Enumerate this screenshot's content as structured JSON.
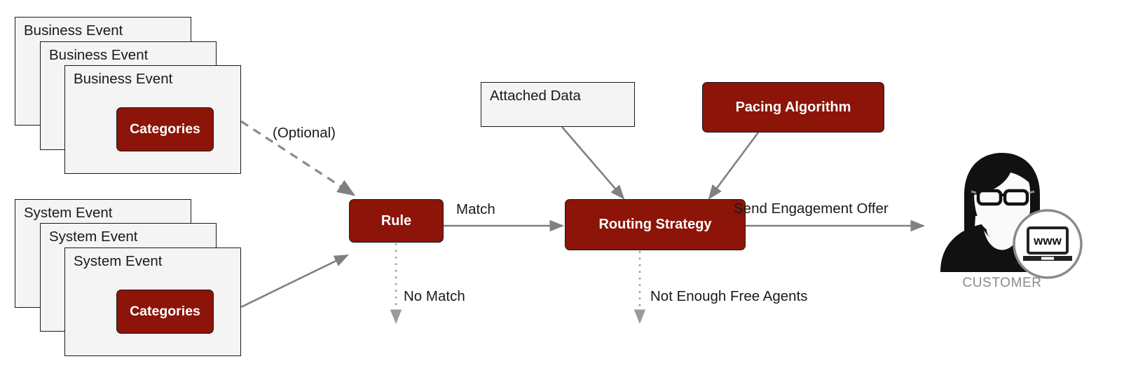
{
  "diagram": {
    "title": "Event Routing and Engagement Flow",
    "colors": {
      "accent_red": "#8c1409",
      "card_fill": "#f4f4f4",
      "stroke": "#1a1a1a",
      "connector_gray": "#808080",
      "caption_gray": "#8a8a8a"
    }
  },
  "business_event_stack": {
    "cards": [
      {
        "label": "Business Event"
      },
      {
        "label": "Business Event"
      },
      {
        "label": "Business Event"
      }
    ],
    "chip_label": "Categories"
  },
  "system_event_stack": {
    "cards": [
      {
        "label": "System Event"
      },
      {
        "label": "System Event"
      },
      {
        "label": "System Event"
      }
    ],
    "chip_label": "Categories"
  },
  "nodes": {
    "rule": {
      "label": "Rule"
    },
    "routing_strategy": {
      "label": "Routing Strategy"
    },
    "attached_data": {
      "label": "Attached Data"
    },
    "pacing_algorithm": {
      "label": "Pacing Algorithm"
    }
  },
  "edges": {
    "optional": {
      "label": "(Optional)",
      "style": "dashed"
    },
    "match": {
      "label": "Match",
      "style": "solid"
    },
    "no_match": {
      "label": "No Match",
      "style": "dotted"
    },
    "not_enough_free_agents": {
      "label": "Not Enough Free Agents",
      "style": "dotted"
    },
    "send_engagement_offer": {
      "label": "Send Engagement Offer",
      "style": "solid"
    },
    "system_event_to_rule": {
      "label": "",
      "style": "solid"
    },
    "attached_data_to_routing": {
      "label": "",
      "style": "solid"
    },
    "pacing_to_routing": {
      "label": "",
      "style": "solid"
    }
  },
  "customer": {
    "caption": "CUSTOMER",
    "badge_text": "www",
    "persona_icon": "woman-with-glasses-silhouette-icon",
    "badge_icon": "laptop-www-icon"
  }
}
